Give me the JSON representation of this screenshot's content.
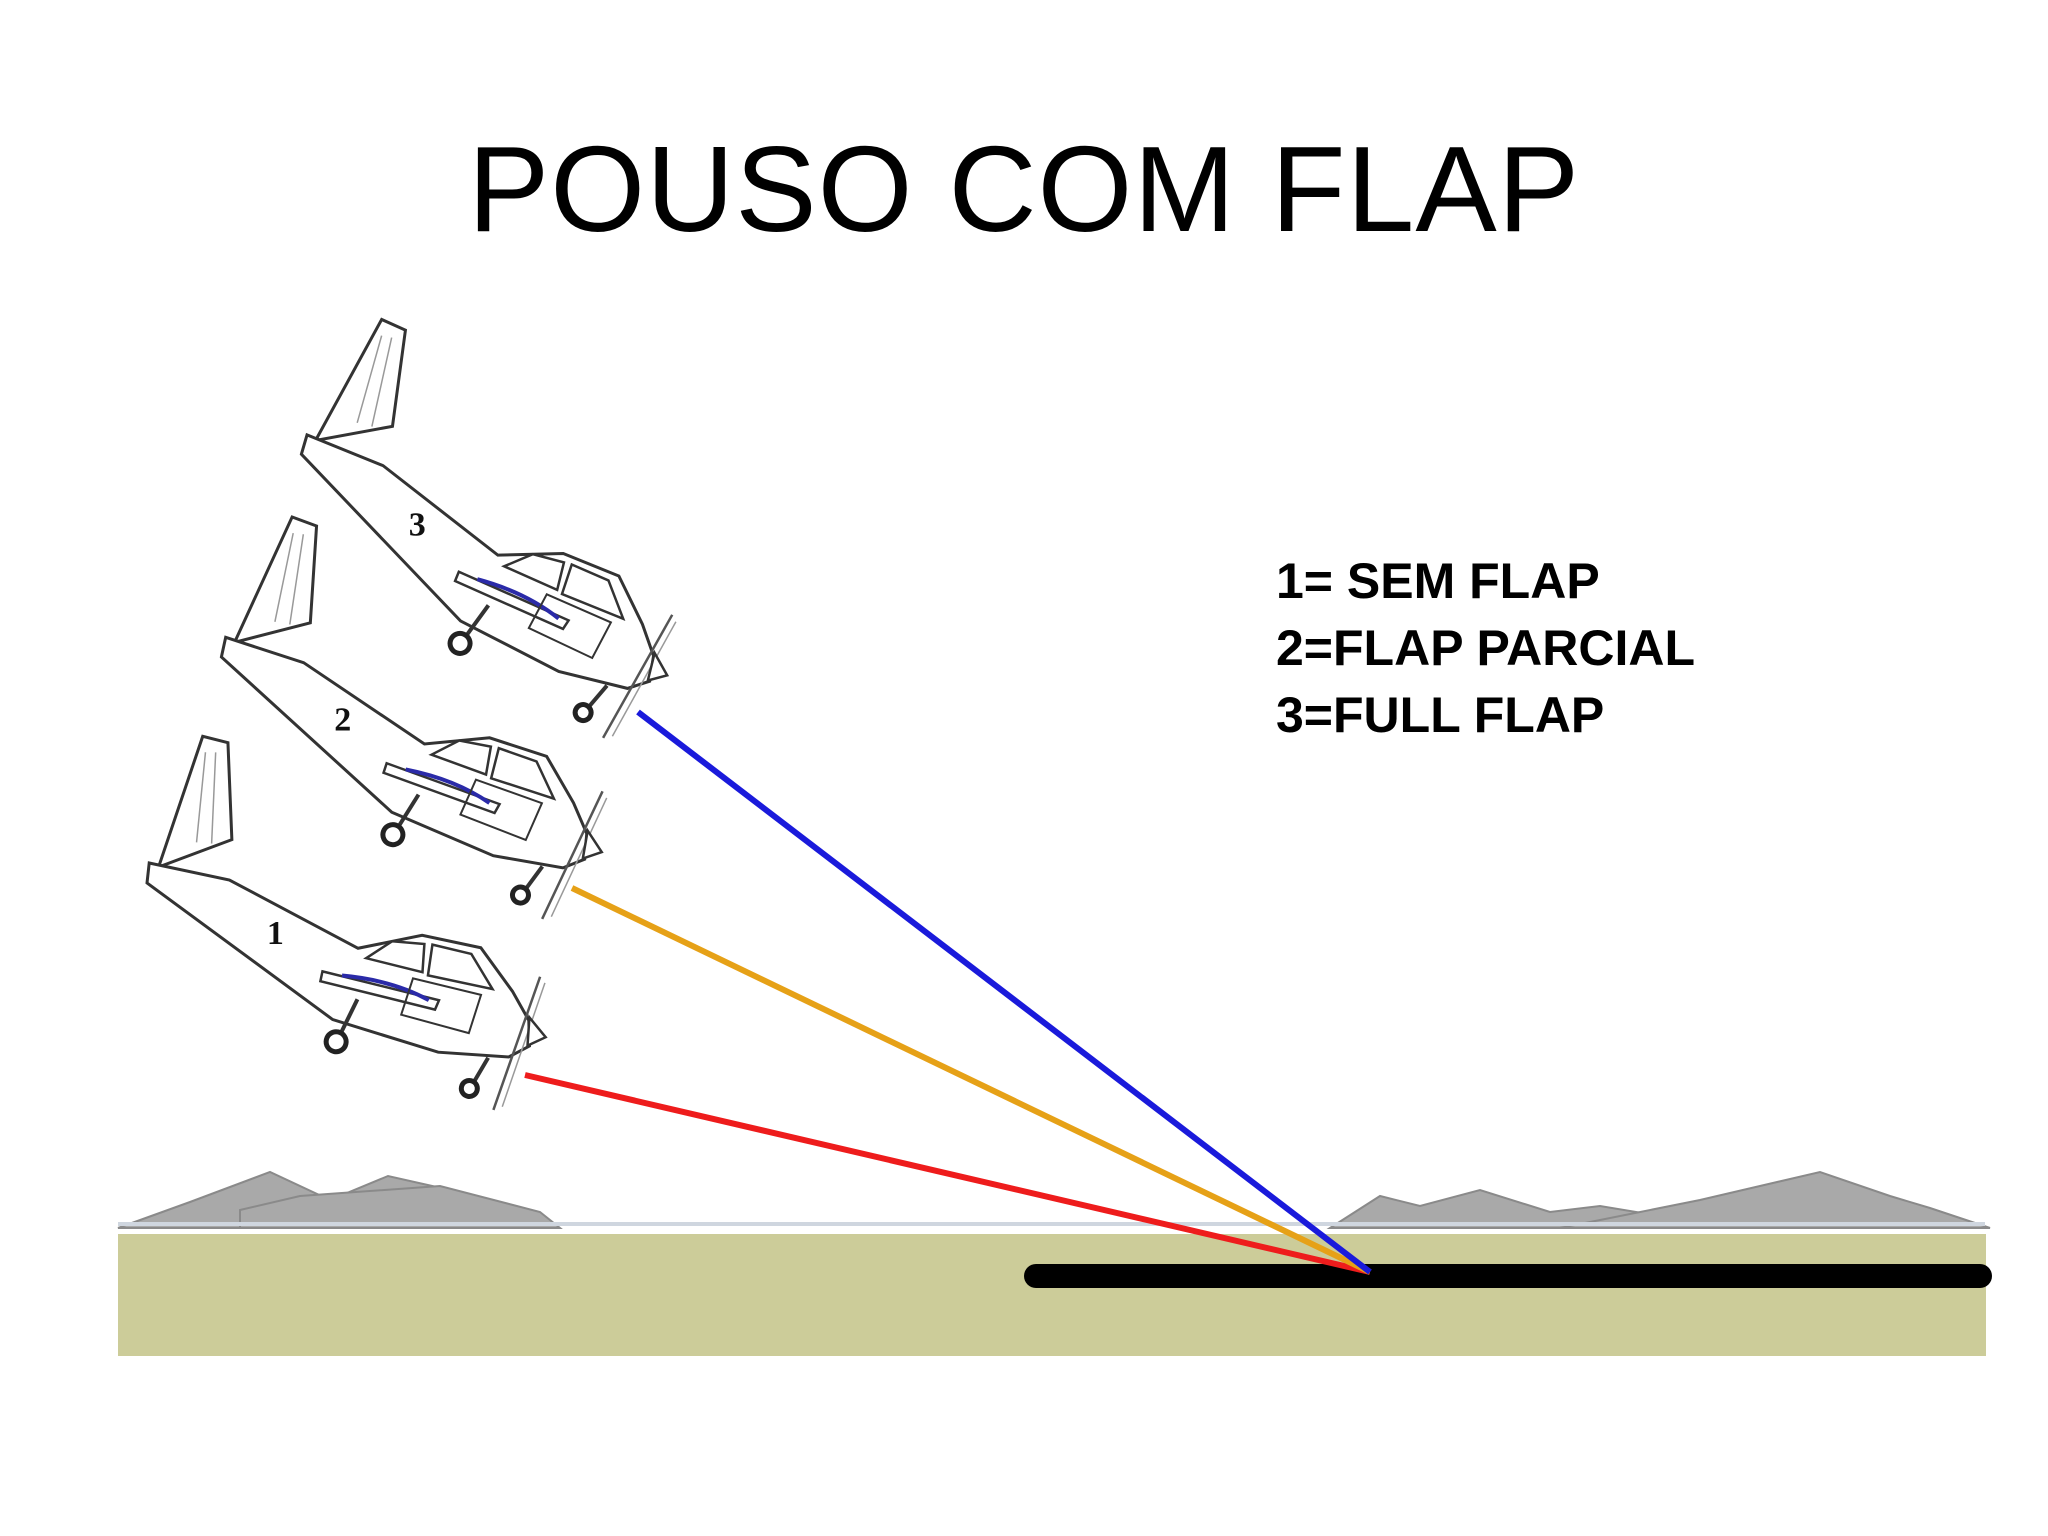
{
  "title": "POUSO COM FLAP",
  "legend": [
    {
      "text": "1= SEM FLAP"
    },
    {
      "text": "2=FLAP PARCIAL"
    },
    {
      "text": "3=FULL FLAP"
    }
  ],
  "aircraft": [
    {
      "number": "1",
      "line_color": "#ee1c1c"
    },
    {
      "number": "2",
      "line_color": "#e6a117"
    },
    {
      "number": "3",
      "line_color": "#1a1adb"
    }
  ],
  "colors": {
    "ground": "#cccc99",
    "runway": "#000000",
    "mountains": "#a9a9a9",
    "aircraft_outline": "#333333",
    "background": "#ffffff"
  },
  "icons": [
    "airplane-icon",
    "mountain-icon"
  ]
}
